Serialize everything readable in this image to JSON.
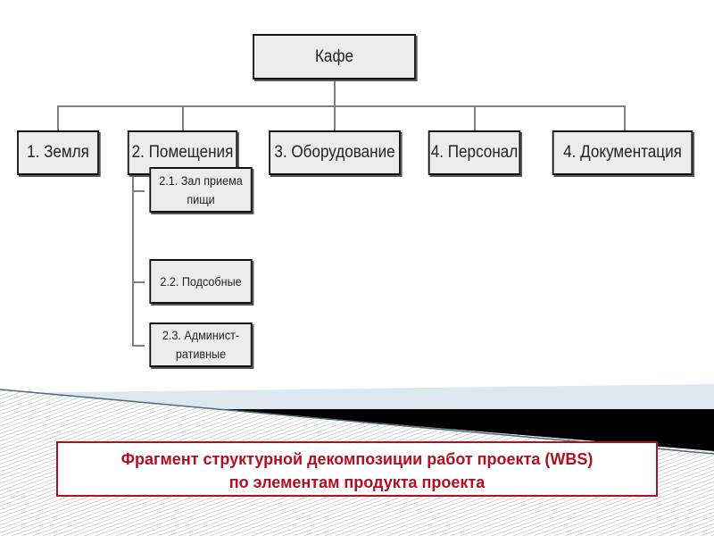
{
  "root": {
    "label": "Кафе"
  },
  "level1": [
    {
      "label": "1. Земля"
    },
    {
      "label": "2. Помещения"
    },
    {
      "label": "3. Оборудование"
    },
    {
      "label": "4. Персонал"
    },
    {
      "label": "4. Документация"
    }
  ],
  "level2": [
    {
      "line1": "2.1. Зал приема",
      "line2": "пищи"
    },
    {
      "line1": "2.2. Подсобные",
      "line2": ""
    },
    {
      "line1": "2.3. Админист-",
      "line2": "ративные"
    }
  ],
  "caption": {
    "line1": "Фрагмент структурной декомпозиции работ проекта (WBS)",
    "line2": "по элементам продукта проекта"
  },
  "colors": {
    "accent": "#b01020",
    "box_fill": "#ececec"
  }
}
